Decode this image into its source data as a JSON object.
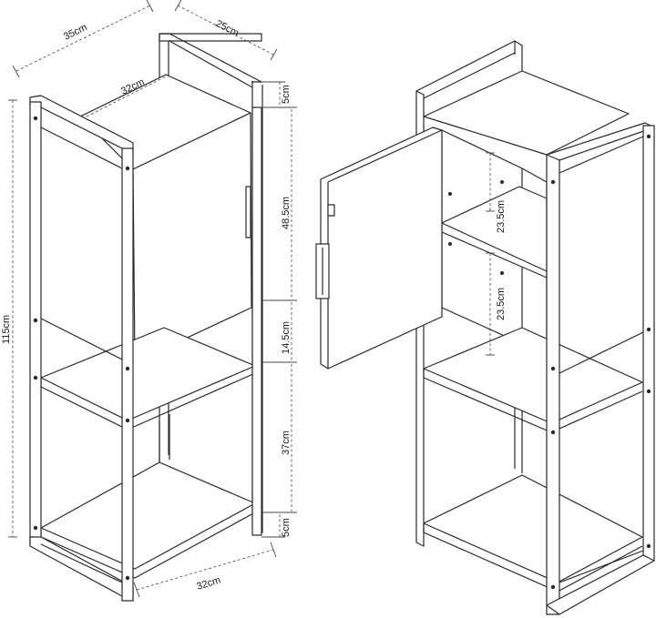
{
  "dimensions": {
    "top_depth": "35cm",
    "top_width": "25cm",
    "inner_width_top": "32cm",
    "total_height": "115cm",
    "top_gap": "5cm",
    "cabinet_height": "48.5cm",
    "open_shelf_height": "14.5cm",
    "lower_shelf_height": "37cm",
    "bottom_gap": "5cm",
    "bottom_width": "32cm",
    "inner_shelf_upper": "23.5cm",
    "inner_shelf_lower": "23.5cm"
  }
}
